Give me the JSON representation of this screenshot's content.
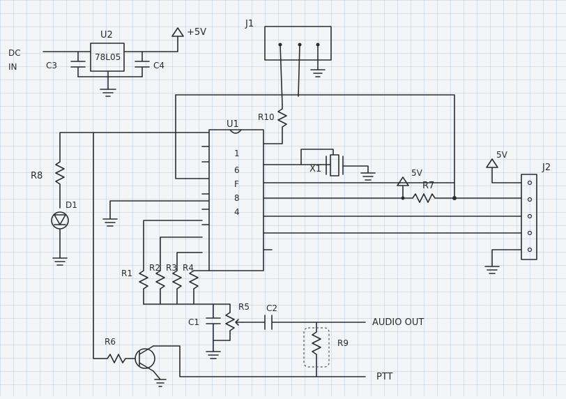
{
  "labels": {
    "dc": "DC",
    "in": "IN",
    "u2": "U2",
    "u2_part": "78L05",
    "c3": "C3",
    "c4": "C4",
    "plus5v": "+5V",
    "j1": "J1",
    "u1": "U1",
    "u1_part": [
      "1",
      "6",
      "F",
      "8",
      "4"
    ],
    "r10": "R10",
    "x1": "X1",
    "v5_mid": "5V",
    "r7": "R7",
    "v5_right": "5V",
    "j2": "J2",
    "r8": "R8",
    "led": "D1",
    "r1": "R1",
    "r2": "R2",
    "r3": "R3",
    "r4": "R4",
    "r5": "R5",
    "c2": "C2",
    "c1": "C1",
    "audio_out": "AUDIO OUT",
    "r9": "R9",
    "r6": "R6",
    "ptt": "PTT"
  },
  "colors": {
    "paper": "#f4f5f7",
    "grid": "#b9c9e4",
    "ink": "#2b2b2b"
  }
}
